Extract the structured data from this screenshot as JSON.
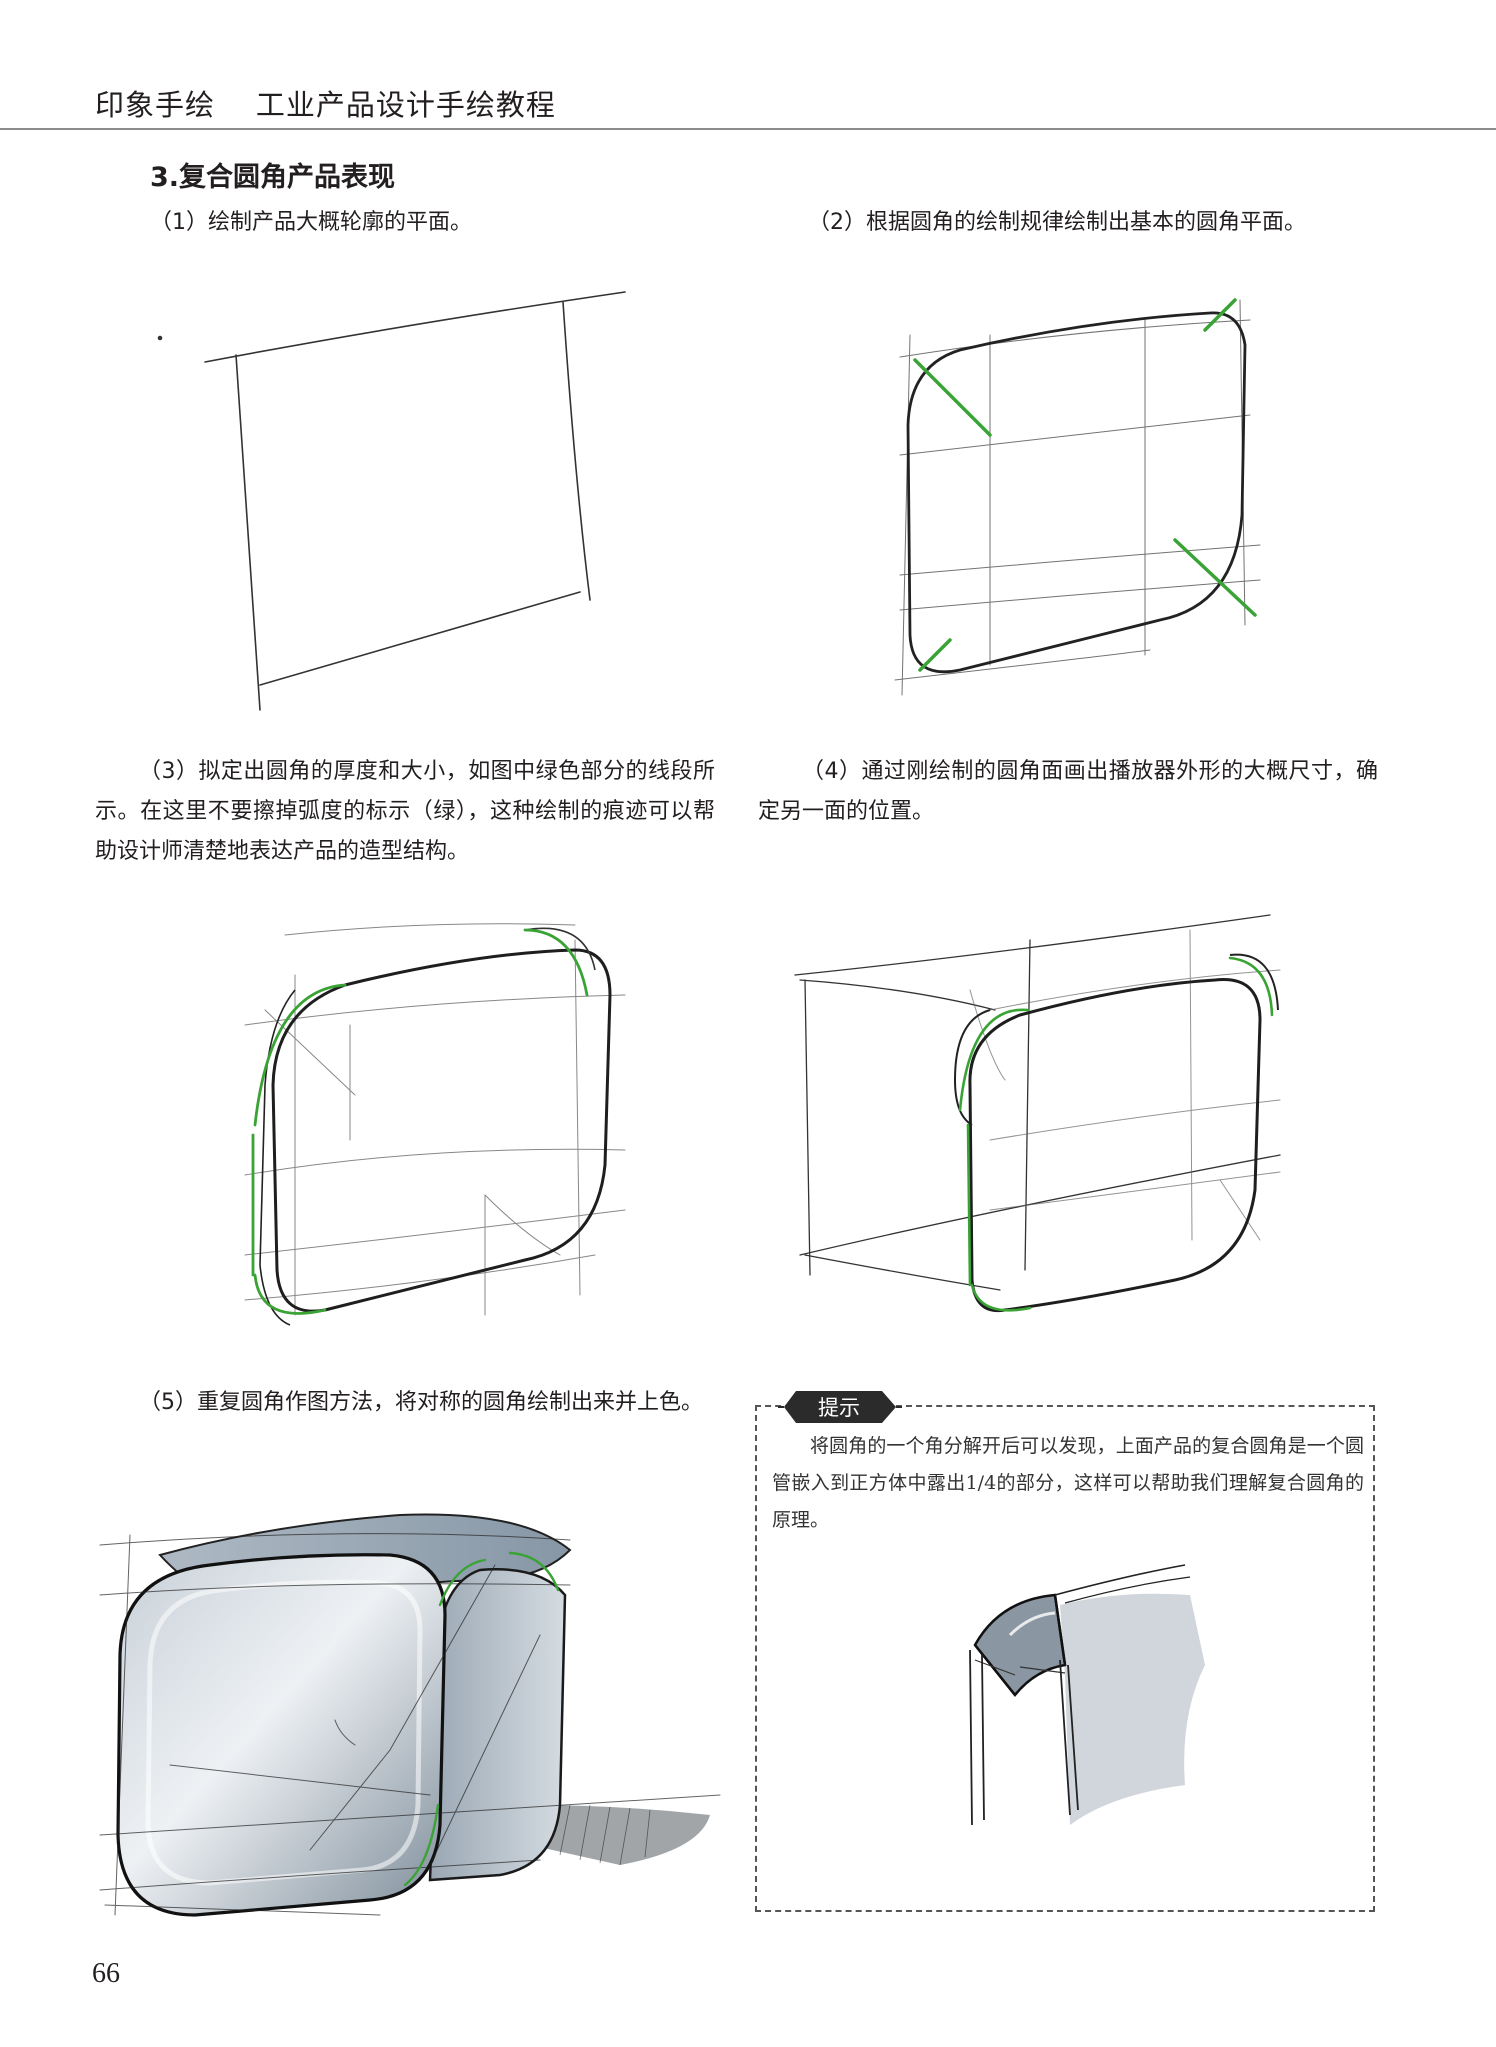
{
  "header": {
    "book": "印象手绘",
    "title": "工业产品设计手绘教程"
  },
  "section": {
    "title": "3.复合圆角产品表现"
  },
  "steps": [
    {
      "number": "（1）",
      "text": "绘制产品大概轮廓的平面。"
    },
    {
      "number": "（2）",
      "text": "根据圆角的绘制规律绘制出基本的圆角平面。"
    },
    {
      "number": "（3）",
      "text": "拟定出圆角的厚度和大小，如图中绿色部分的线段所示。在这里不要擦掉弧度的标示（绿），这种绘制的痕迹可以帮助设计师清楚地表达产品的造型结构。"
    },
    {
      "number": "（4）",
      "text": "通过刚绘制的圆角面画出播放器外形的大概尺寸，确定另一面的位置。"
    },
    {
      "number": "（5）",
      "text": "重复圆角作图方法，将对称的圆角绘制出来并上色。"
    }
  ],
  "tip": {
    "label": "提示",
    "text": "将圆角的一个角分解开后可以发现，上面产品的复合圆角是一个圆管嵌入到正方体中露出1/4的部分，这样可以帮助我们理解复合圆角的原理。"
  },
  "page_number": "66",
  "colors": {
    "construction_green": "#3aa335",
    "ink": "#231f20",
    "marker_gray_blue": "#8f9eab"
  }
}
